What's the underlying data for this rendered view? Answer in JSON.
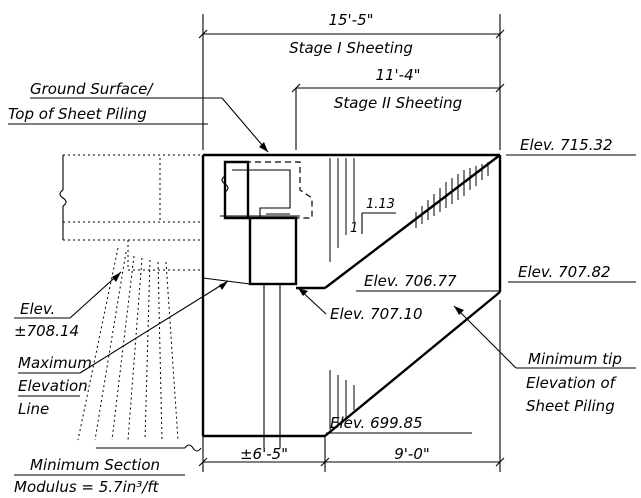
{
  "labels": {
    "dim_stage1_len": "15'-5\"",
    "stage1": "Stage I Sheeting",
    "dim_stage2_len": "11'-4\"",
    "stage2": "Stage II Sheeting",
    "ground_line1": "Ground Surface/",
    "ground_line2": "Top of Sheet Piling",
    "elev_top": "Elev. 715.32",
    "elev_707_82": "Elev. 707.82",
    "elev_706_77": "Elev. 706.77",
    "elev_707_10": "Elev. 707.10",
    "elev_699_85": "Elev. 699.85",
    "elev_left_1": "Elev.",
    "elev_left_2": "±708.14",
    "max_elev_1": "Maximum",
    "max_elev_2": "Elevation",
    "max_elev_3": "Line",
    "min_tip_1": "Minimum tip",
    "min_tip_2": "Elevation of",
    "min_tip_3": "Sheet Piling",
    "slope_run": "1.13",
    "slope_rise": "1",
    "dim_bottom_left": "±6'-5\"",
    "dim_bottom_right": "9'-0\"",
    "min_section_1": "Minimum Section",
    "min_section_2": "Modulus = 5.7in³/ft"
  }
}
